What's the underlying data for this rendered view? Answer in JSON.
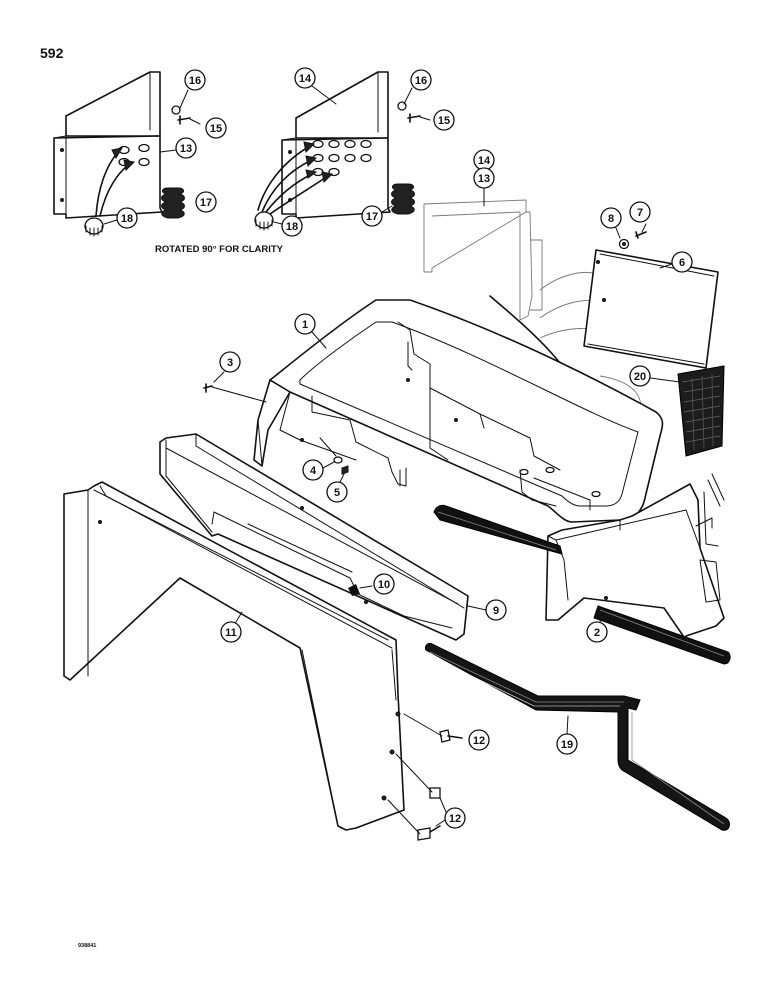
{
  "page_number": "592",
  "rotated_note": "ROTATED 90° FOR CLARITY",
  "figure_id": "938841",
  "callouts": {
    "c1": "1",
    "c2": "2",
    "c3": "3",
    "c4": "4",
    "c5": "5",
    "c6": "6",
    "c7": "7",
    "c8": "8",
    "c9": "9",
    "c10": "10",
    "c11": "11",
    "c12a": "12",
    "c12b": "12",
    "c13a": "13",
    "c13b": "13",
    "c14a": "14",
    "c14b": "14",
    "c15a": "15",
    "c15b": "15",
    "c16a": "16",
    "c16b": "16",
    "c17a": "17",
    "c17b": "17",
    "c18a": "18",
    "c18b": "18",
    "c19": "19",
    "c20": "20"
  }
}
